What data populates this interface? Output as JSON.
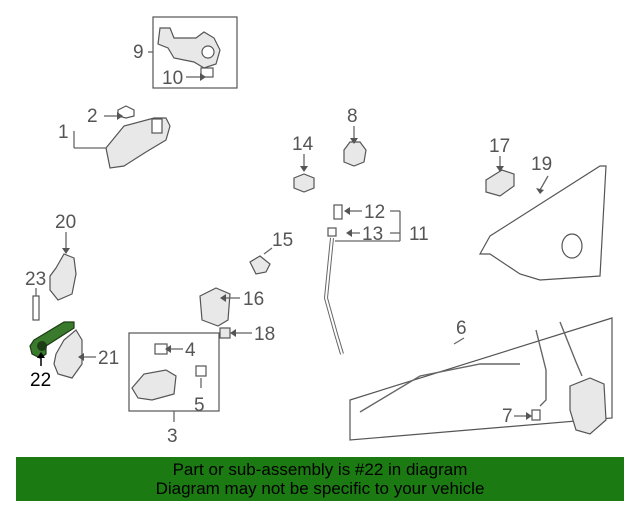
{
  "diagram": {
    "callouts": [
      {
        "id": "c1",
        "text": "1"
      },
      {
        "id": "c2",
        "text": "2"
      },
      {
        "id": "c3",
        "text": "3"
      },
      {
        "id": "c4",
        "text": "4"
      },
      {
        "id": "c5",
        "text": "5"
      },
      {
        "id": "c6",
        "text": "6"
      },
      {
        "id": "c7",
        "text": "7"
      },
      {
        "id": "c8",
        "text": "8"
      },
      {
        "id": "c9",
        "text": "9"
      },
      {
        "id": "c10",
        "text": "10"
      },
      {
        "id": "c11",
        "text": "11"
      },
      {
        "id": "c12",
        "text": "12"
      },
      {
        "id": "c13",
        "text": "13"
      },
      {
        "id": "c14",
        "text": "14"
      },
      {
        "id": "c15",
        "text": "15"
      },
      {
        "id": "c16",
        "text": "16"
      },
      {
        "id": "c17",
        "text": "17"
      },
      {
        "id": "c18",
        "text": "18"
      },
      {
        "id": "c19",
        "text": "19"
      },
      {
        "id": "c20",
        "text": "20"
      },
      {
        "id": "c21",
        "text": "21"
      },
      {
        "id": "c22",
        "text": "22"
      },
      {
        "id": "c23",
        "text": "23"
      }
    ],
    "highlighted_part": "22",
    "highlight_color": "#3a7a2c"
  },
  "banner": {
    "line1": "Part or sub-assembly is #22 in diagram",
    "line2": "Diagram may not be specific to your vehicle",
    "background": "#1b7a12"
  }
}
